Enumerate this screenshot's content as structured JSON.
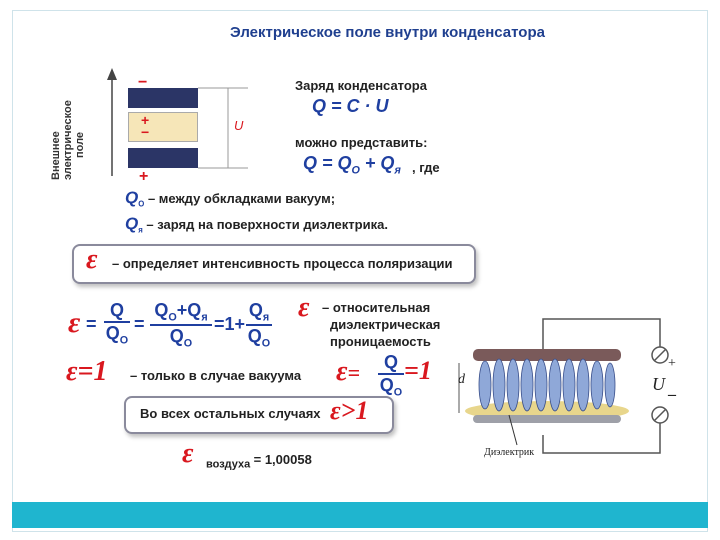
{
  "title": "Электрическое поле внутри конденсатора",
  "diagram": {
    "side_label_lines": [
      "Внешнее",
      "электрическое",
      "поле"
    ],
    "plate_minus": "−",
    "plate_plus": "+",
    "dielectric_plus": "+",
    "dielectric_minus": "−",
    "voltage_label": "U"
  },
  "charge_heading": "Заряд конденсатора",
  "formula_q": "Q = C · U",
  "can_represent": "можно представить:",
  "formula_sum": "Q = Q",
  "formula_sum_o": "O",
  "formula_sum_plus": " + Q",
  "formula_sum_ya": "я",
  "formula_where": ", где",
  "q0_symbol": "Q",
  "q0_sub": "O",
  "q0_desc": "– между обкладками вакуум;",
  "qya_symbol": "Q",
  "qya_sub": "я",
  "qya_desc": "– заряд на поверхности диэлектрика.",
  "epsilon": "ε",
  "polarization_text": "– определяет интенсивность процесса поляризации",
  "main_eq": {
    "eq1": "=",
    "f1_num": "Q",
    "f1_den": "Q",
    "f1_den_sub": "O",
    "eq2": "=",
    "f2_num": "Q",
    "f2_num_sub": "O",
    "f2_num_plus": "+Q",
    "f2_num_sub2": "я",
    "f2_den": "Q",
    "f2_den_sub": "O",
    "eq3": "=1+",
    "f3_num": "Q",
    "f3_num_sub": "я",
    "f3_den": "Q",
    "f3_den_sub": "O"
  },
  "relative_lines": [
    "– относительная",
    "диэлектрическая",
    "проницаемость"
  ],
  "eps_one": "=1",
  "vacuum_only": "– только в случае вакуума",
  "eps_eq_frac_num": "Q",
  "eps_eq_frac_den": "Q",
  "eps_eq_frac_den_sub": "O",
  "eps_eq_one": "=1",
  "other_cases": "Во всех остальных случаях",
  "eps_gt": ">1",
  "air_sub": "воздуха",
  "air_value": "= 1,00058",
  "photo": {
    "d_label": "d",
    "plus": "+",
    "u_label": "U",
    "minus": "–",
    "dielectric_label": "Диэлектрик"
  },
  "colors": {
    "red": "#d9181f",
    "blue": "#1f3fa0",
    "bar": "#1fb5cf",
    "plate": "#2b3566",
    "dielectric": "#f6e6b8"
  }
}
